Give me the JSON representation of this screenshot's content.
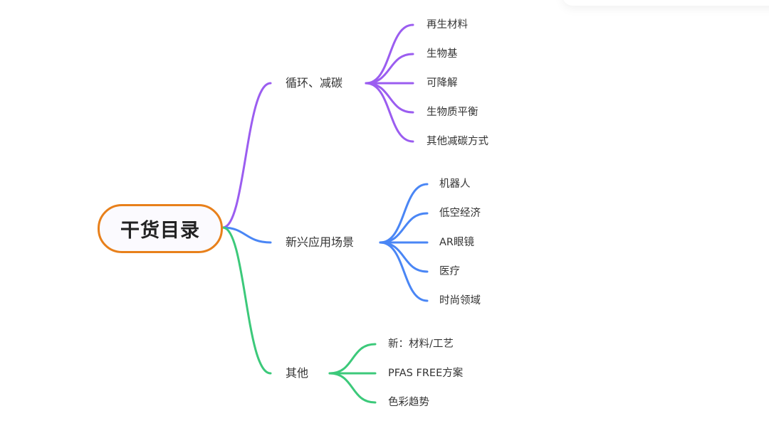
{
  "mindmap": {
    "root": {
      "label": "干货目录",
      "border_color": "#E8801B"
    },
    "branches": [
      {
        "label": "循环、减碳",
        "color": "#9B5DF0",
        "children": [
          "再生材料",
          "生物基",
          "可降解",
          "生物质平衡",
          "其他减碳方式"
        ]
      },
      {
        "label": "新兴应用场景",
        "color": "#4A86F5",
        "children": [
          "机器人",
          "低空经济",
          "AR眼镜",
          "医疗",
          "时尚领域"
        ]
      },
      {
        "label": "其他",
        "color": "#3CC97A",
        "children": [
          "新：材料/工艺",
          "PFAS FREE方案",
          "色彩趋势"
        ]
      }
    ]
  }
}
